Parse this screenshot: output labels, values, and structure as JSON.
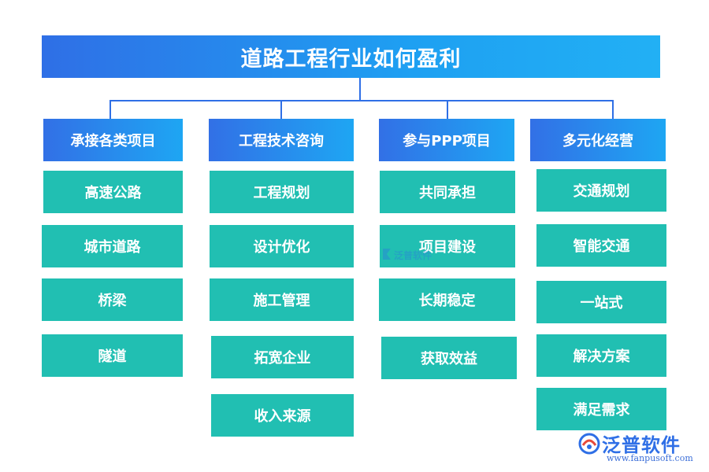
{
  "title": "道路工程行业如何盈利",
  "categories": [
    {
      "label": "承接各类项目",
      "items": [
        "高速公路",
        "城市道路",
        "桥梁",
        "隧道"
      ]
    },
    {
      "label": "工程技术咨询",
      "items": [
        "工程规划",
        "设计优化",
        "施工管理",
        "拓宽企业",
        "收入来源"
      ]
    },
    {
      "label": "参与PPP项目",
      "items": [
        "共同承担",
        "项目建设",
        "长期稳定",
        "获取效益"
      ]
    },
    {
      "label": "多元化经营",
      "items": [
        "交通规划",
        "智能交通",
        "一站式",
        "解决方案",
        "满足需求"
      ]
    }
  ],
  "logo": {
    "name": "泛普软件",
    "url": "www.fanpusoft.com",
    "watermark": "泛普软件",
    "icon": "fanpu-logo-icon"
  },
  "colors": {
    "header_blue": "#2f6fe6",
    "header_light": "#1ea6f3",
    "item_teal": "#21bfb2"
  }
}
